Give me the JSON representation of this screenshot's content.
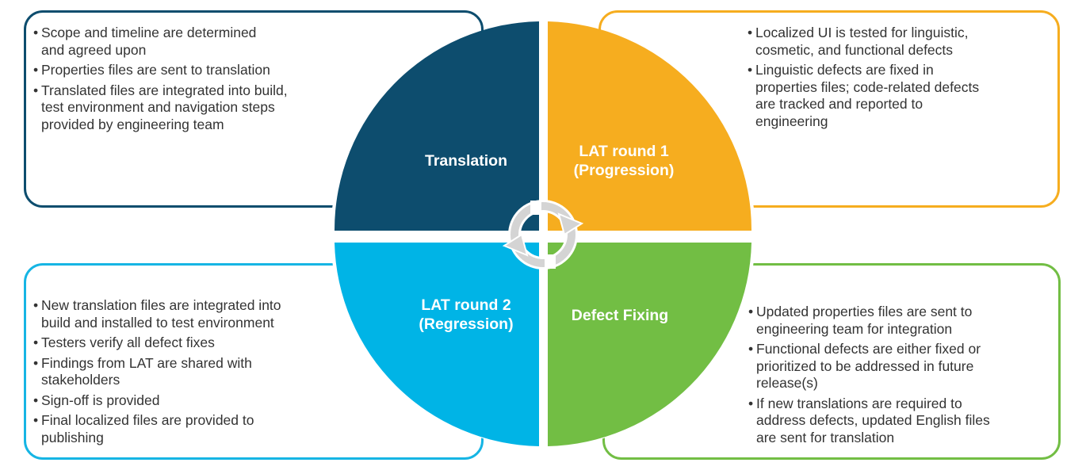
{
  "quadrants": {
    "translation": {
      "label": "Translation",
      "color": "#0d4d6e"
    },
    "lat1": {
      "label_line1": "LAT round 1",
      "label_line2": "(Progression)",
      "color": "#f6ad1f"
    },
    "lat2": {
      "label_line1": "LAT round 2",
      "label_line2": "(Regression)",
      "color": "#00b4e6"
    },
    "defect": {
      "label": "Defect Fixing",
      "color": "#72be44"
    }
  },
  "panels": {
    "top_left": {
      "bullets": [
        [
          "Scope and timeline are determined",
          "and agreed upon"
        ],
        [
          "Properties files are sent to translation"
        ],
        [
          "Translated files are integrated into build,",
          "test environment and navigation steps",
          "provided by engineering team"
        ]
      ]
    },
    "top_right": {
      "bullets": [
        [
          "Localized UI is tested for linguistic,",
          "cosmetic, and functional defects"
        ],
        [
          "Linguistic defects are fixed in",
          "properties files; code-related defects",
          "are tracked and reported to",
          "engineering"
        ]
      ]
    },
    "bottom_left": {
      "bullets": [
        [
          "New translation files are integrated into",
          "build and installed to test environment"
        ],
        [
          "Testers verify all defect fixes"
        ],
        [
          "Findings from LAT are shared with",
          "stakeholders"
        ],
        [
          "Sign-off is provided"
        ],
        [
          "Final localized files are provided to",
          "publishing"
        ]
      ]
    },
    "bottom_right": {
      "bullets": [
        [
          "Updated properties files are sent to",
          "engineering team for integration"
        ],
        [
          "Functional defects are either fixed or",
          "prioritized to be addressed in future",
          "release(s)"
        ],
        [
          "If new translations are required to",
          "address defects, updated English files",
          "are sent for translation"
        ]
      ]
    }
  },
  "bullet_char": "•",
  "center_icon": "refresh-cycle-icon"
}
